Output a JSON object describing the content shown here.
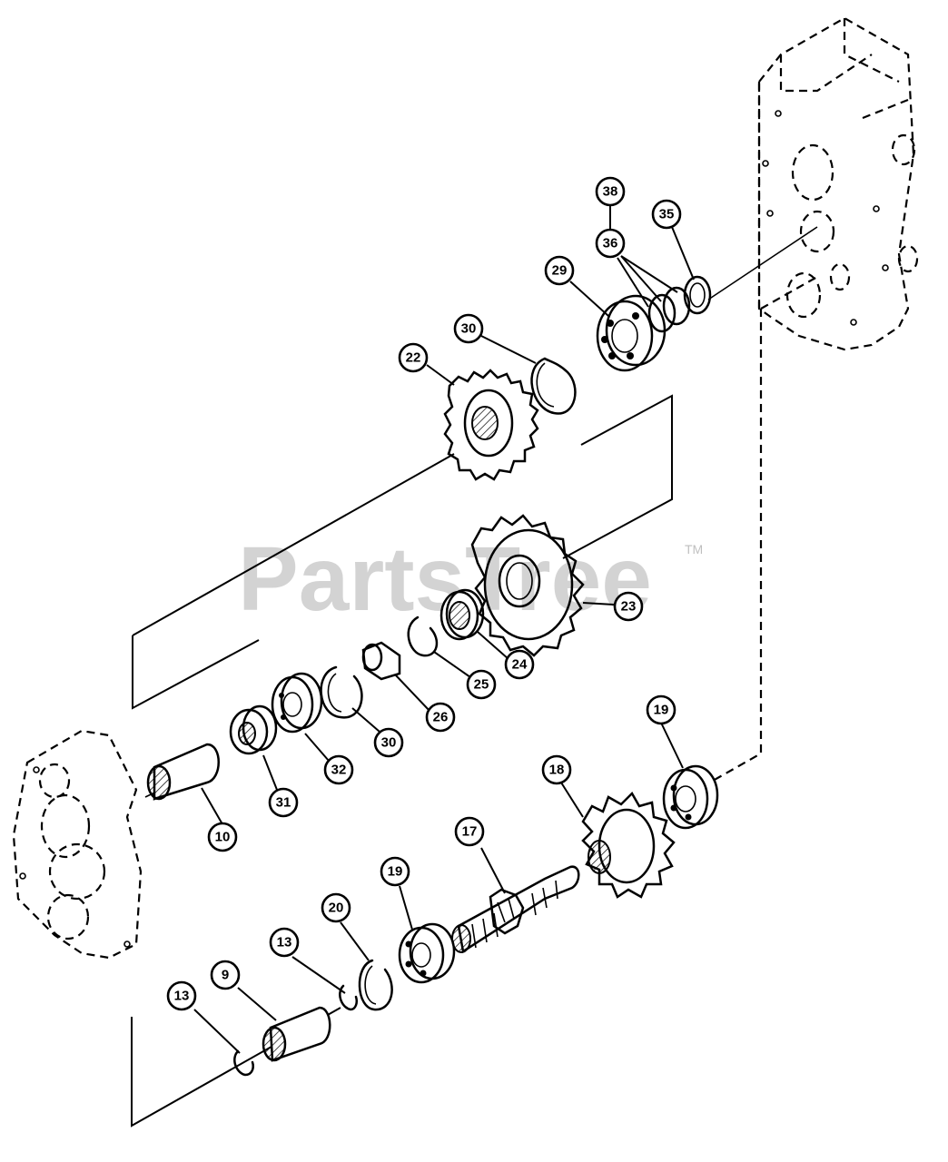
{
  "watermark": {
    "text": "PartsTree",
    "tm": "TM"
  },
  "callouts": [
    {
      "key": "c38",
      "label": "38"
    },
    {
      "key": "c36",
      "label": "36"
    },
    {
      "key": "c35",
      "label": "35"
    },
    {
      "key": "c29",
      "label": "29"
    },
    {
      "key": "c30a",
      "label": "30"
    },
    {
      "key": "c22",
      "label": "22"
    },
    {
      "key": "c23",
      "label": "23"
    },
    {
      "key": "c24",
      "label": "24"
    },
    {
      "key": "c25",
      "label": "25"
    },
    {
      "key": "c26",
      "label": "26"
    },
    {
      "key": "c30b",
      "label": "30"
    },
    {
      "key": "c32",
      "label": "32"
    },
    {
      "key": "c31",
      "label": "31"
    },
    {
      "key": "c10",
      "label": "10"
    },
    {
      "key": "c19a",
      "label": "19"
    },
    {
      "key": "c18",
      "label": "18"
    },
    {
      "key": "c17",
      "label": "17"
    },
    {
      "key": "c19b",
      "label": "19"
    },
    {
      "key": "c20",
      "label": "20"
    },
    {
      "key": "c13a",
      "label": "13"
    },
    {
      "key": "c9",
      "label": "9"
    },
    {
      "key": "c13b",
      "label": "13"
    }
  ]
}
